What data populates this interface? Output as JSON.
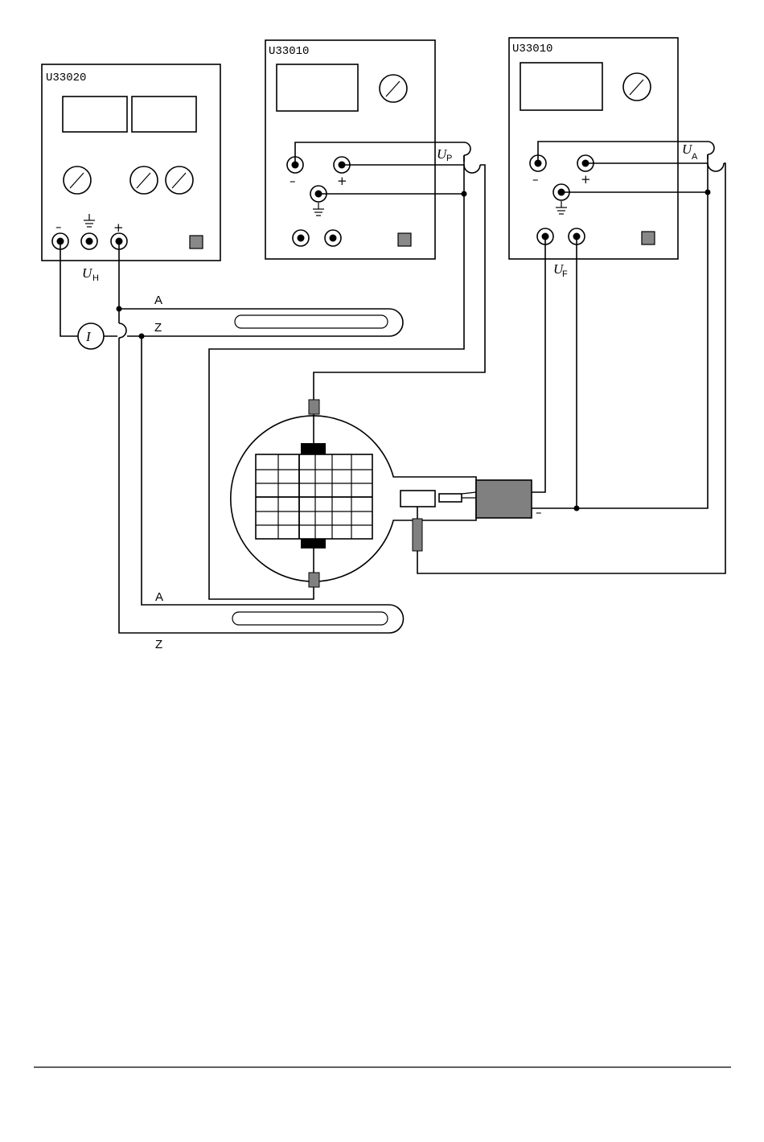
{
  "devices": {
    "supply": {
      "label": "U33020",
      "terminal_signs": [
        "–",
        "+"
      ],
      "voltage_label": "U",
      "voltage_sub": "H"
    },
    "meter_p": {
      "label": "U33010",
      "terminal_signs": [
        "–",
        "+"
      ],
      "voltage_label": "U",
      "voltage_sub": "P"
    },
    "meter_a": {
      "label": "U33010",
      "terminal_signs": [
        "–",
        "+"
      ],
      "voltage_label": "U",
      "voltage_sub": "A",
      "lower_voltage_label": "U",
      "lower_voltage_sub": "F"
    }
  },
  "ammeter": {
    "label": "I"
  },
  "coils": {
    "upper": {
      "label_a": "A",
      "label_z": "Z"
    },
    "lower": {
      "label_a": "A",
      "label_z": "Z"
    }
  },
  "tube": {
    "minus_sign": "–"
  },
  "colors": {
    "line": "#000000",
    "panel_button": "#888888",
    "connector": "#808080",
    "cathode": "#808080",
    "plate": "#000000"
  }
}
